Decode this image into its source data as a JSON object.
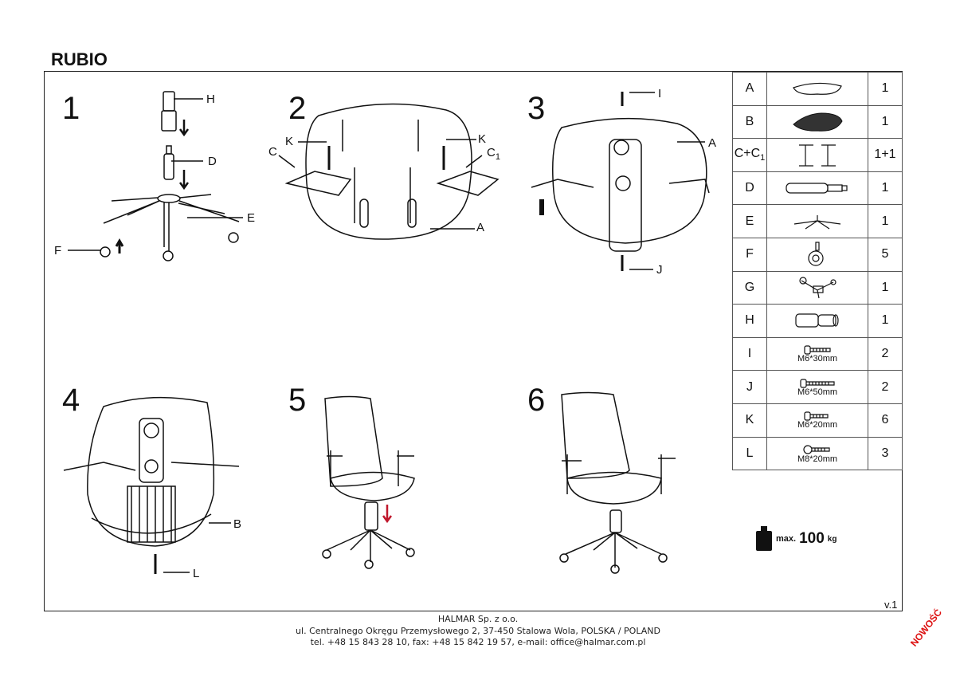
{
  "title": "RUBIO",
  "steps": [
    "1",
    "2",
    "3",
    "4",
    "5",
    "6"
  ],
  "labels": {
    "s1": {
      "H": "H",
      "D": "D",
      "E": "E",
      "F": "F"
    },
    "s2": {
      "K1": "K",
      "K2": "K",
      "C": "C",
      "C1": "C",
      "C1sub": "1",
      "A": "A"
    },
    "s3": {
      "I": "I",
      "A": "A",
      "J": "J"
    },
    "s4": {
      "B": "B",
      "L": "L"
    }
  },
  "parts": [
    {
      "id": "A",
      "icon": "seat-shell-icon",
      "qty": "1",
      "dim": ""
    },
    {
      "id": "B",
      "icon": "backrest-icon",
      "qty": "1",
      "dim": ""
    },
    {
      "id": "C+C",
      "sub": "1",
      "icon": "armrests-icon",
      "qty": "1+1",
      "dim": ""
    },
    {
      "id": "D",
      "icon": "gas-lift-icon",
      "qty": "1",
      "dim": ""
    },
    {
      "id": "E",
      "icon": "star-base-icon",
      "qty": "1",
      "dim": ""
    },
    {
      "id": "F",
      "icon": "castor-icon",
      "qty": "5",
      "dim": ""
    },
    {
      "id": "G",
      "icon": "tilt-mechanism-icon",
      "qty": "1",
      "dim": ""
    },
    {
      "id": "H",
      "icon": "gas-lift-cover-icon",
      "qty": "1",
      "dim": ""
    },
    {
      "id": "I",
      "icon": "bolt-icon",
      "qty": "2",
      "dim": "M6*30mm"
    },
    {
      "id": "J",
      "icon": "bolt-icon",
      "qty": "2",
      "dim": "M6*50mm"
    },
    {
      "id": "K",
      "icon": "bolt-icon",
      "qty": "6",
      "dim": "M6*20mm"
    },
    {
      "id": "L",
      "icon": "bolt-icon",
      "qty": "3",
      "dim": "M8*20mm"
    }
  ],
  "max_load": {
    "prefix": "max.",
    "value": "100",
    "unit": "kg"
  },
  "version": "v.1",
  "footer": {
    "company": "HALMAR Sp. z o.o.",
    "address": "ul. Centralnego Okręgu Przemysłowego 2, 37-450 Stalowa Wola, POLSKA / POLAND",
    "contact": "tel. +48 15 843 28 10, fax: +48 15 842 19 57, e-mail: office@halmar.com.pl"
  },
  "badge": "NOWOŚĆ"
}
